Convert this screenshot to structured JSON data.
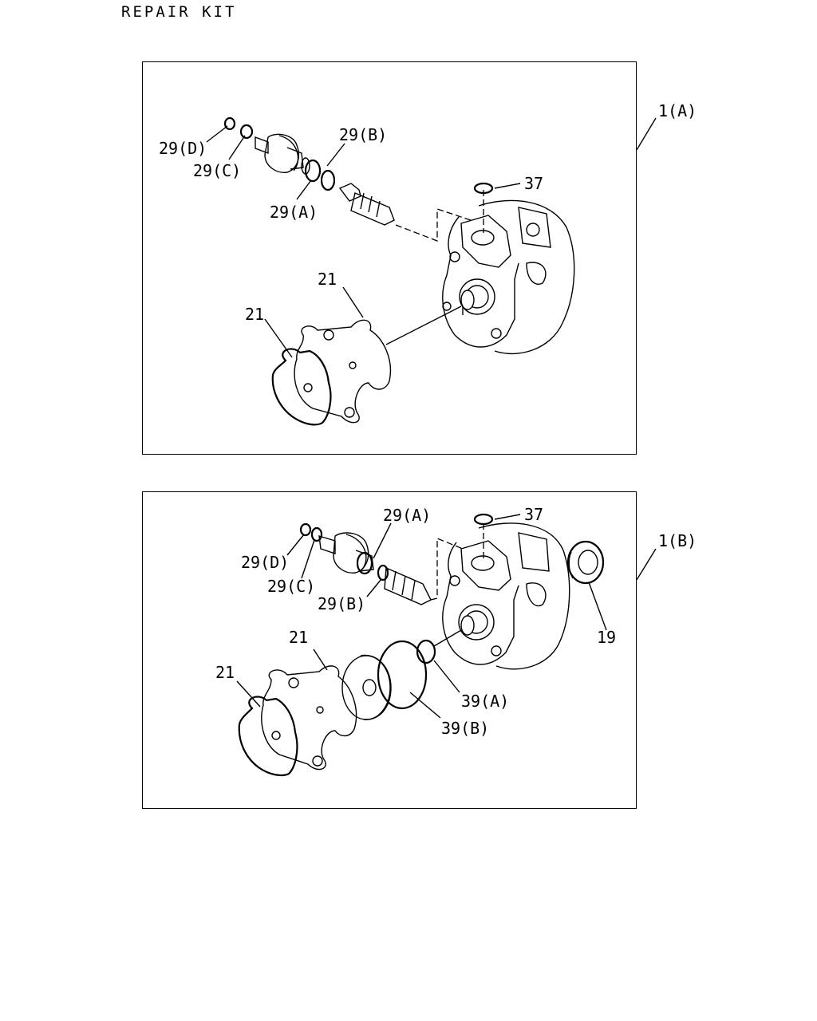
{
  "page": {
    "title": "REPAIR KIT"
  },
  "panels": [
    {
      "id": "1(A)",
      "label": "1(A)",
      "callouts": [
        "29(D)",
        "29(C)",
        "29(A)",
        "29(B)",
        "37",
        "21",
        "21"
      ]
    },
    {
      "id": "1(B)",
      "label": "1(B)",
      "callouts": [
        "29(A)",
        "37",
        "29(D)",
        "29(C)",
        "29(B)",
        "19",
        "21",
        "21",
        "39(A)",
        "39(B)"
      ]
    }
  ]
}
